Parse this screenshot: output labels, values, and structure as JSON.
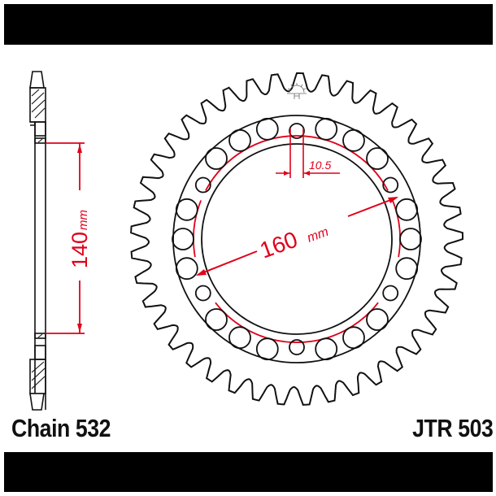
{
  "header_bar": {
    "color": "#000000"
  },
  "footer_bar": {
    "color": "#000000"
  },
  "labels": {
    "chain": "Chain 532",
    "part_number": "JTR 503"
  },
  "dimensions": {
    "pcd_value": "160",
    "pcd_unit": "mm",
    "bolt_hole_value": "10.5",
    "center_bore_value": "140",
    "center_bore_unit": "mm"
  },
  "sprocket": {
    "teeth": 41,
    "bolt_holes": 6,
    "lightening_holes": 18
  },
  "colors": {
    "outline": "#111111",
    "dimension": "#e0001a"
  },
  "icons": {
    "logo": "sun-logo-icon"
  }
}
